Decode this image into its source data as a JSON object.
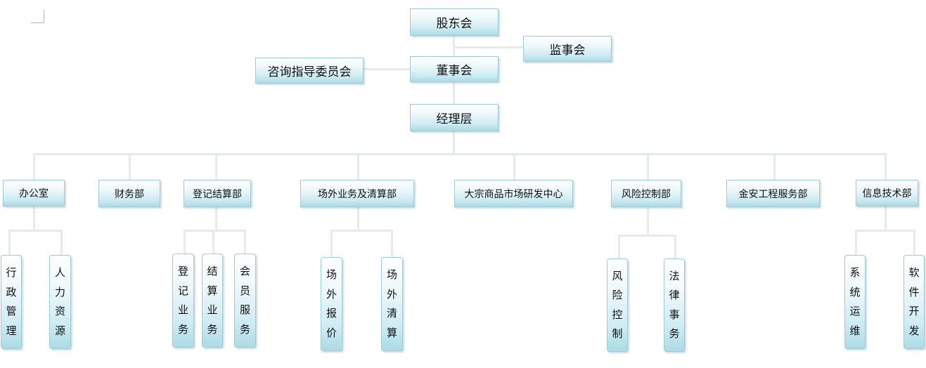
{
  "top": {
    "shareholders": "股东会",
    "supervisors": "监事会",
    "board": "董事会",
    "advisory": "咨询指导委员会",
    "management": "经理层"
  },
  "departments": [
    {
      "id": "office",
      "label": "办公室",
      "subs": [
        "行政管理",
        "人力资源"
      ]
    },
    {
      "id": "finance",
      "label": "财务部",
      "subs": []
    },
    {
      "id": "registration",
      "label": "登记结算部",
      "subs": [
        "登记业务",
        "结算业务",
        "会员服务"
      ]
    },
    {
      "id": "otc",
      "label": "场外业务及清算部",
      "subs": [
        "场外报价",
        "场外清算"
      ]
    },
    {
      "id": "research",
      "label": "大宗商品市场研发中心",
      "subs": []
    },
    {
      "id": "risk",
      "label": "风险控制部",
      "subs": [
        "风险控制",
        "法律事务"
      ]
    },
    {
      "id": "jinan",
      "label": "金安工程服务部",
      "subs": []
    },
    {
      "id": "it",
      "label": "信息技术部",
      "subs": [
        "系统运维",
        "软件开发"
      ]
    }
  ]
}
